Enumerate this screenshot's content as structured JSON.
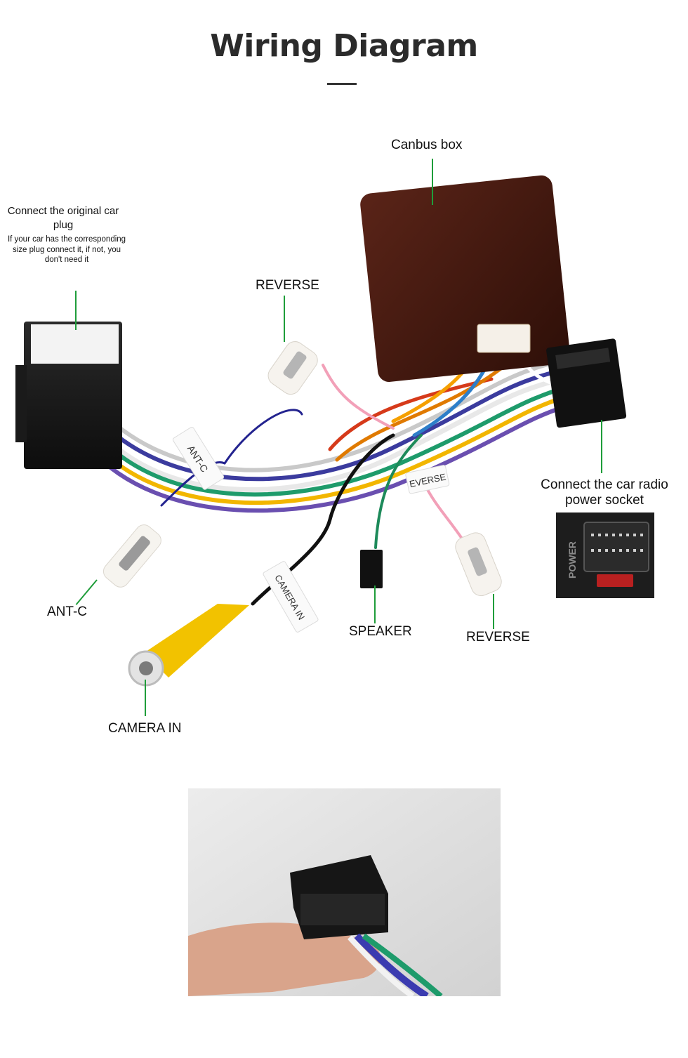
{
  "header": {
    "title": "Wiring Diagram"
  },
  "labels": {
    "canbus_box": "Canbus box",
    "original_plug": "Connect the original car plug",
    "original_plug_note": "If your car has the corresponding size plug connect it, if not, you don't need it",
    "reverse_top": "REVERSE",
    "radio_socket": "Connect the car radio power socket",
    "ant_c": "ANT-C",
    "speaker": "SPEAKER",
    "reverse_bottom": "REVERSE",
    "camera_in": "CAMERA IN"
  },
  "wire_tags": {
    "ant_c_tag": "ANT-C",
    "camera_tag": "CAMERA IN",
    "reverse_tag": "EVERSE"
  },
  "socket_label": "POWER",
  "colors": {
    "leader_line": "#1f9d3a",
    "camera_plug": "#f2c200",
    "canbus_box": "#4a1d12"
  }
}
